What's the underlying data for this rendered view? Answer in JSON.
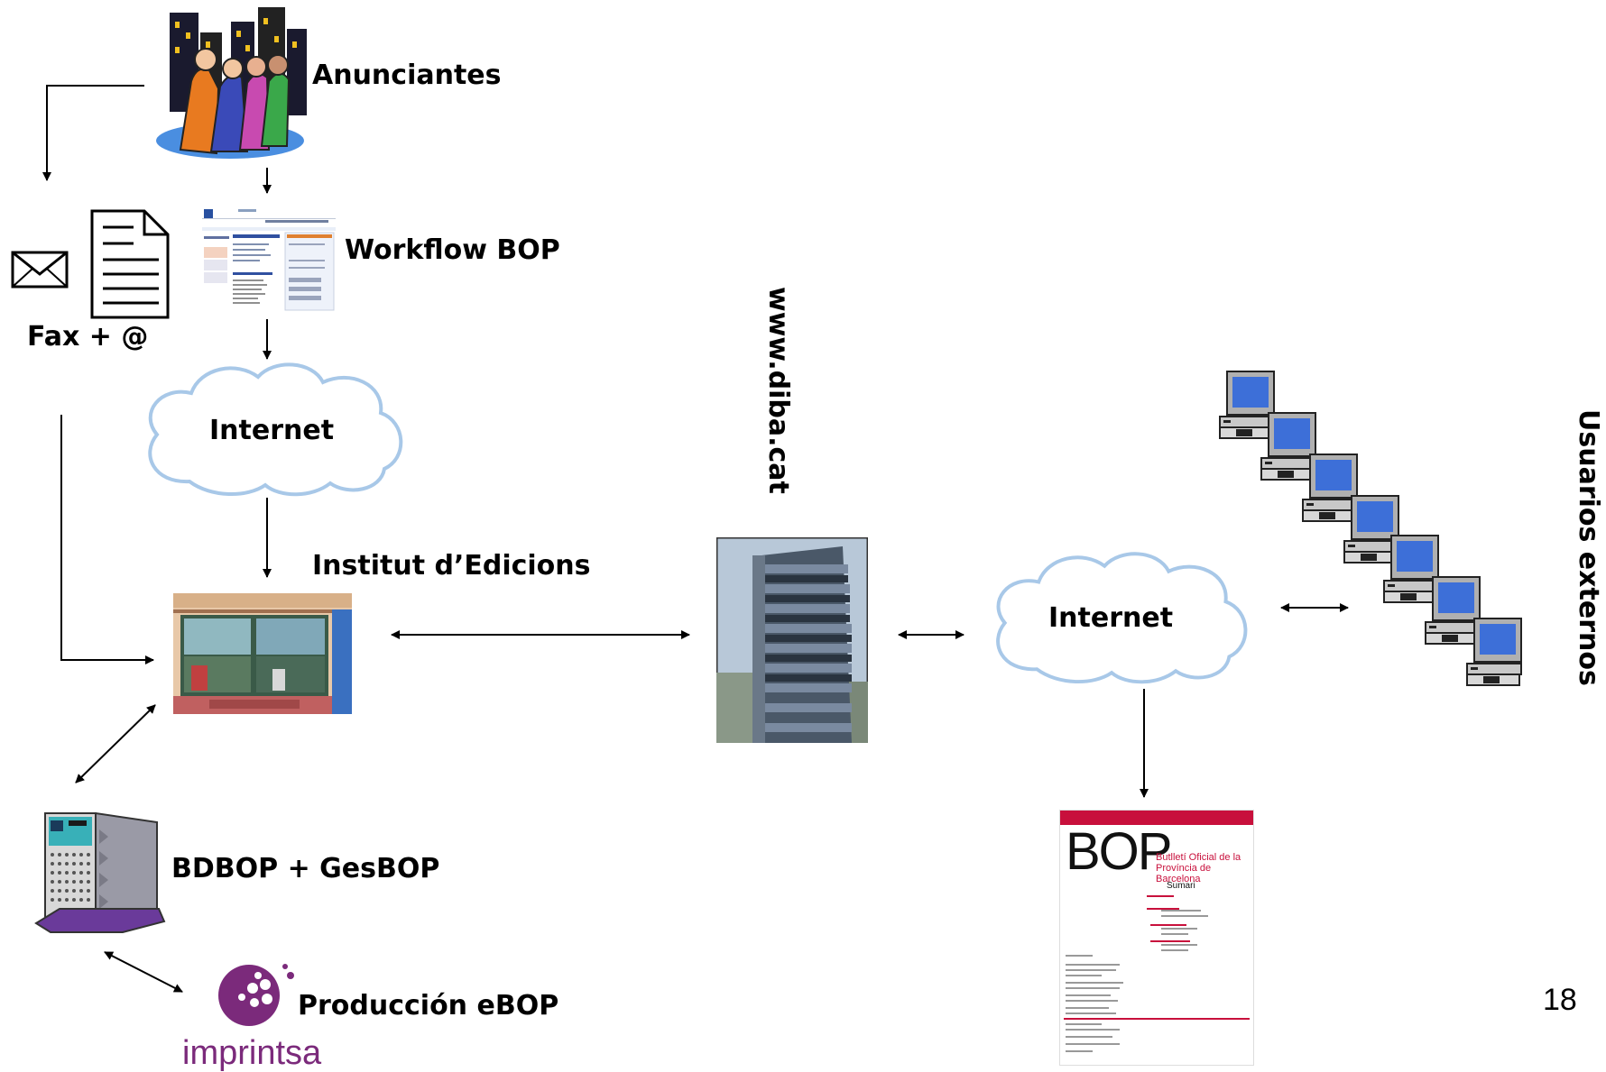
{
  "labels": {
    "anunciantes": "Anunciantes",
    "workflow": "Workflow BOP",
    "fax": "Fax + @",
    "internet_left": "Internet",
    "institut": "Institut d’Edicions",
    "diba": "www.diba.cat",
    "internet_right": "Internet",
    "usuarios": "Usuarios externos",
    "bdbop": "BDBOP + GesBOP",
    "produccion": "Producción eBOP",
    "imprintsa": "imprintsa",
    "page_number": "18"
  },
  "bop_doc": {
    "title": "BOP",
    "subtitle_line1": "Butlletí Oficial de la",
    "subtitle_line2": "Província de Barcelona",
    "sumari": "Sumari"
  },
  "colors": {
    "cloud_stroke": "#a8c8e8",
    "bop_accent": "#c8103c",
    "imprintsa_purple": "#7b2a7b",
    "screen_blue": "#3d6fd8"
  }
}
